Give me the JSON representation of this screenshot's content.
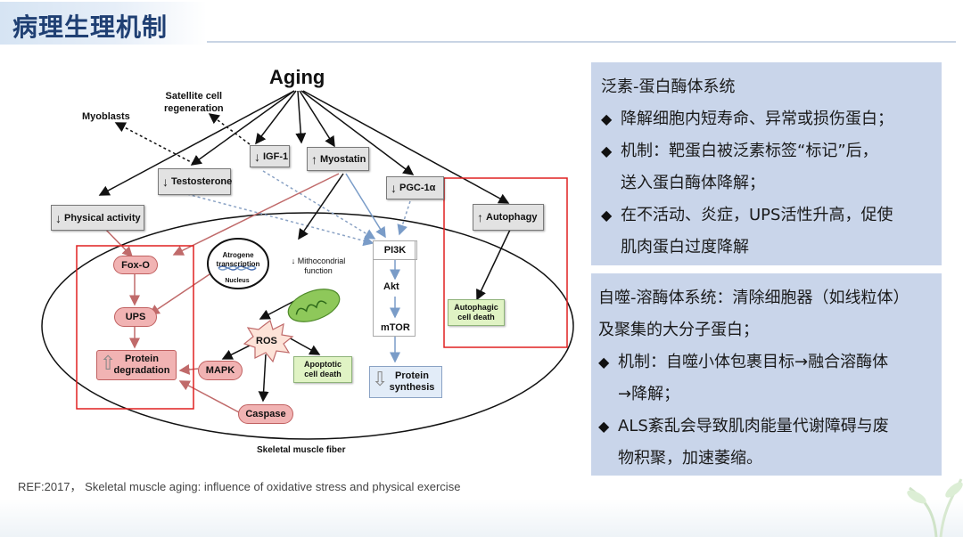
{
  "header": {
    "title": "病理生理机制"
  },
  "diagram": {
    "aging": "Aging",
    "satellite": [
      "Satellite cell",
      "regeneration"
    ],
    "myoblasts": "Myoblasts",
    "igf1": "IGF-1",
    "myostatin": "Myostatin",
    "testosterone": "Testosterone",
    "pgc1a": "PGC-1α",
    "physical_activity": "Physical activity",
    "autophagy": "Autophagy",
    "foxo": "Fox-O",
    "ups": "UPS",
    "protein_degradation": [
      "Protein",
      "degradation"
    ],
    "atrogene": [
      "Atrogene",
      "transcription"
    ],
    "nucleus": "Nucleus",
    "mito": [
      "Mithocondrial",
      "function"
    ],
    "pi3k": "PI3K",
    "akt": "Akt",
    "mtor": "mTOR",
    "protein_synthesis": [
      "Protein",
      "synthesis"
    ],
    "autophagic_death": [
      "Autophagic",
      "cell death"
    ],
    "ros": "ROS",
    "mapk": "MAPK",
    "apoptotic": [
      "Apoptotic",
      "cell death"
    ],
    "caspase": "Caspase",
    "fiber": "Skeletal muscle fiber"
  },
  "panel1": {
    "heading": "泛素-蛋白酶体系统",
    "bullets": [
      "降解细胞内短寿命、异常或损伤蛋白；",
      "机制：靶蛋白被泛素标签“标记”后，"
    ],
    "continuation1": "送入蛋白酶体降解；",
    "bullet3": "在不活动、炎症，UPS活性升高，促使",
    "continuation2": "肌肉蛋白过度降解"
  },
  "panel2": {
    "heading1": "自噬-溶酶体系统：清除细胞器（如线粒体）",
    "heading2": "及聚集的大分子蛋白；",
    "bullet1": "机制：自噬小体包裹目标→融合溶酶体",
    "continuation1": "→降解；",
    "bullet2": "ALS紊乱会导致肌肉能量代谢障碍与废",
    "continuation2": "物积聚，加速萎缩。"
  },
  "reference": "REF:2017，  Skeletal muscle aging: influence of oxidative stress and physical exercise",
  "icons": [
    "diamond-bullet-icon",
    "up-arrow-icon",
    "down-arrow-icon",
    "mitochondria-icon",
    "dna-icon"
  ]
}
